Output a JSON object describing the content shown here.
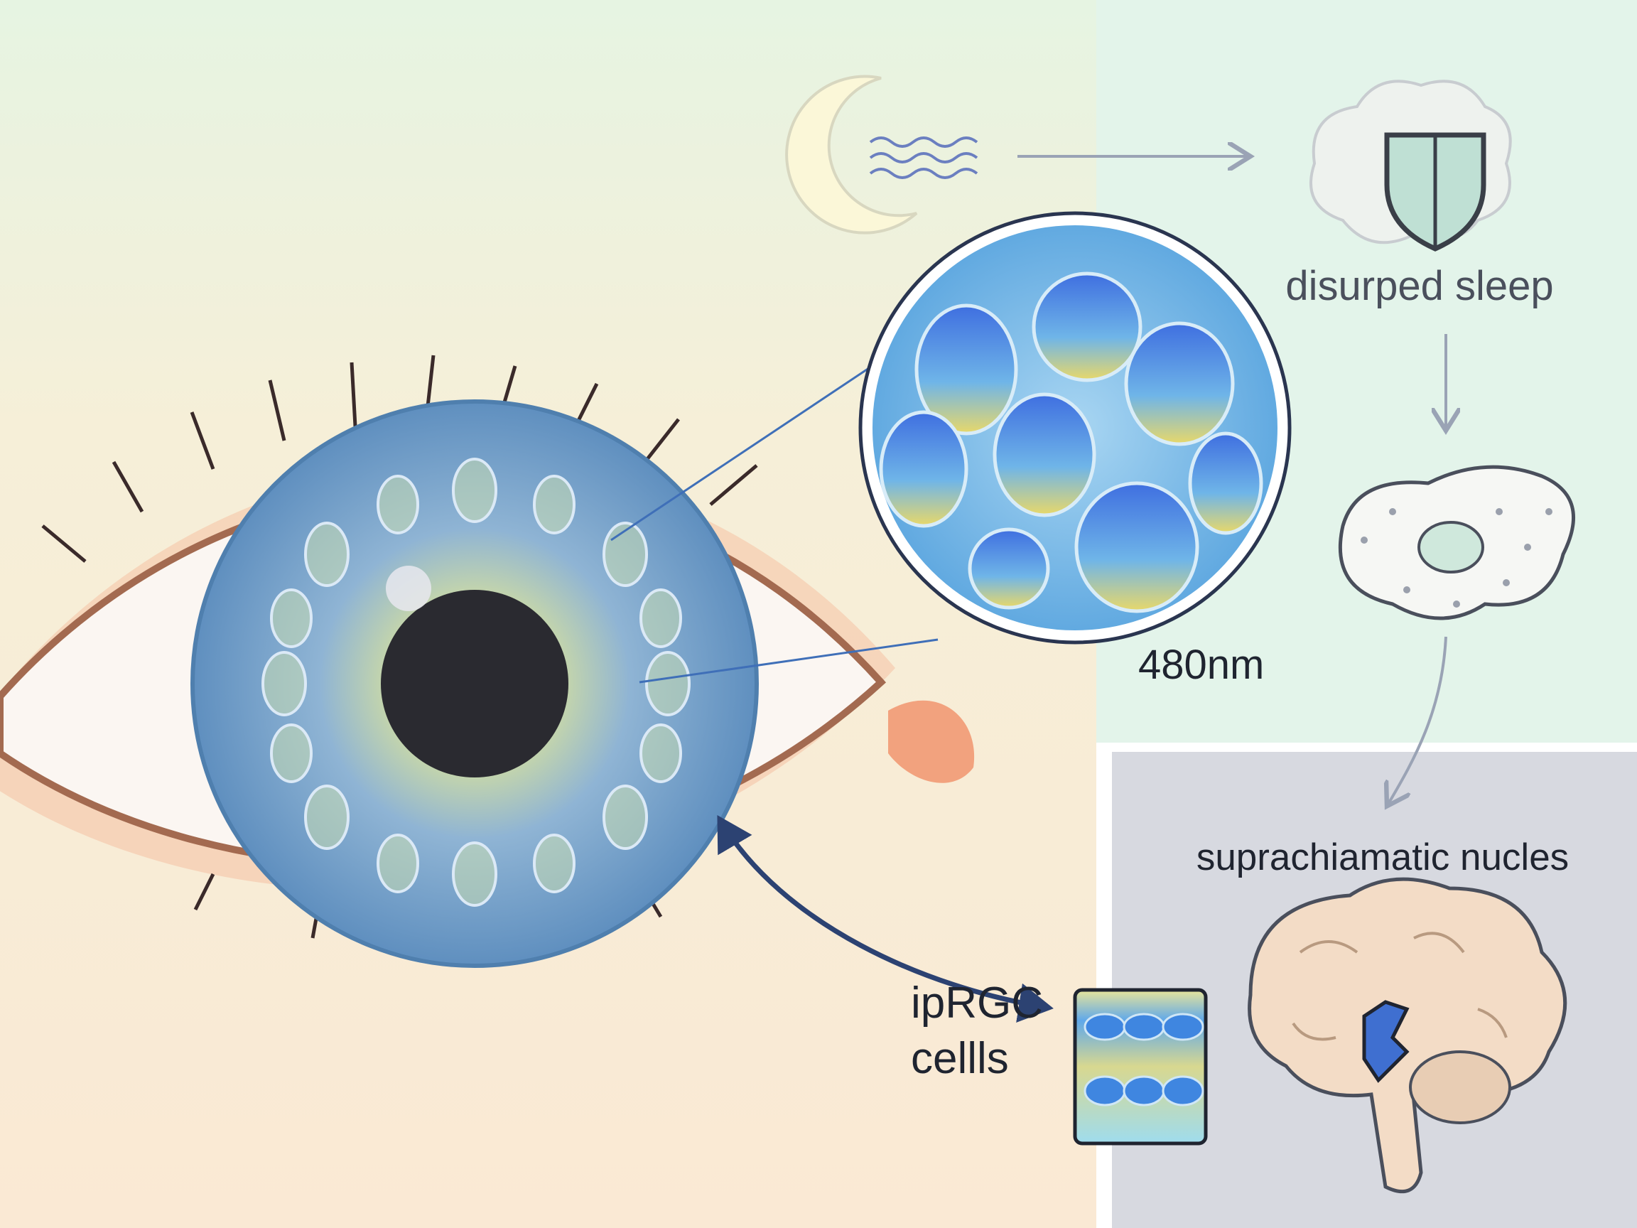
{
  "labels": {
    "disrupted_sleep": "disurped sleep",
    "wavelength": "480nm",
    "scn": "suprachiamatic nucles",
    "iprgc_line1": "ipRGC",
    "iprgc_line2": "cellls"
  },
  "colors": {
    "text": "#1f2430",
    "arrow_dark": "#2c4272",
    "arrow_light": "#9aa3b5",
    "iris": "#6f9cc8",
    "right_panel_top": "#e3f4ea",
    "right_panel_bottom": "#d7d9e0"
  }
}
